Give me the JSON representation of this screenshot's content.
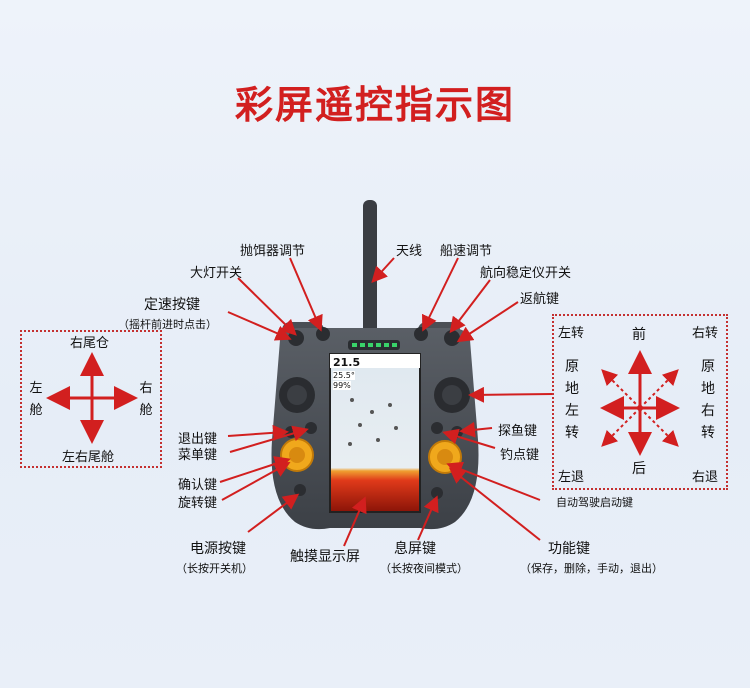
{
  "title": "彩屏遥控指示图",
  "labels": {
    "bait": "抛饵器调节",
    "antenna": "天线",
    "boat_speed": "船速调节",
    "light": "大灯开关",
    "heading": "航向稳定仪开关",
    "speed_key": "定速按键",
    "speed_key_note": "（摇杆前进时点击）",
    "return": "返航键",
    "exit": "退出键",
    "menu": "菜单键",
    "confirm": "确认键",
    "rotary": "旋转键",
    "power": "电源按键",
    "power_note": "（长按开关机）",
    "touch": "触摸显示屏",
    "screen_off": "息屏键",
    "screen_off_note": "（长按夜间模式）",
    "function": "功能键",
    "function_note": "（保存，删除，手动，退出）",
    "fish": "探鱼键",
    "spot": "钓点键",
    "autopilot": "自动驾驶启动键"
  },
  "left_panel": {
    "top": "右尾仓",
    "left": "左舱",
    "right": "右舱",
    "bottom": "左右尾舱"
  },
  "right_panel": {
    "front": "前",
    "back": "后",
    "left_turn": "左转",
    "right_turn": "右转",
    "left_back": "左退",
    "right_back": "右退",
    "spin_left": "原地左转",
    "spin_right": "原地右转"
  },
  "screen": {
    "depth": "21.5",
    "temp": "25.5°",
    "battery": "99%"
  },
  "colors": {
    "title": "#d21f1f",
    "arrow": "#d21f1f",
    "body": "#4a4e54",
    "knob": "#f0a81c"
  }
}
